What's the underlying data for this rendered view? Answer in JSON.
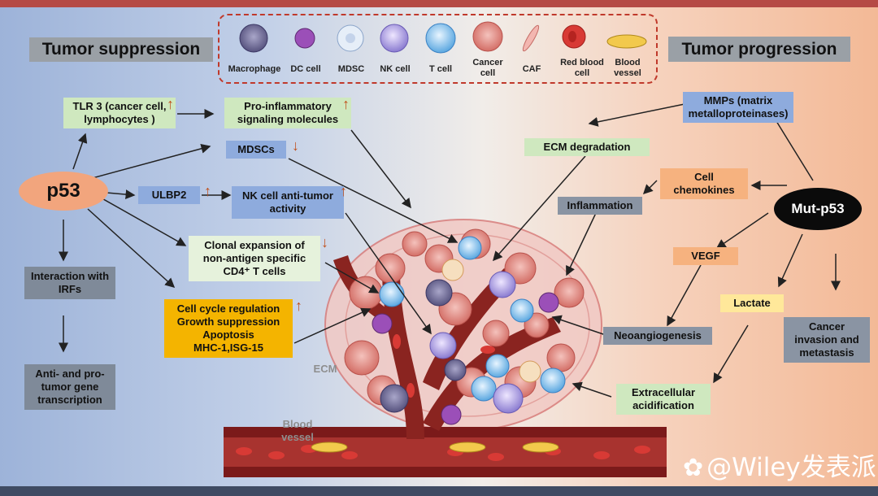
{
  "titles": {
    "left": "Tumor suppression",
    "right": "Tumor progression"
  },
  "legend": [
    "Macrophage",
    "DC cell",
    "MDSC",
    "NK cell",
    "T cell",
    "Cancer\ncell",
    "CAF",
    "Red blood\ncell",
    "Blood\nvessel"
  ],
  "nodes": {
    "p53": "p53",
    "mut_p53": "Mut-p53",
    "tlr3": "TLR 3 (cancer cell,\nlymphocytes )",
    "proinflam": "Pro-inflammatory\nsignaling molecules",
    "mdscs": "MDSCs",
    "ulbp2": "ULBP2",
    "nk_activity": "NK cell anti-tumor\nactivity",
    "clonal": "Clonal expansion of\nnon-antigen specific\nCD4⁺ T cells",
    "cellcycle": "Cell cycle regulation\nGrowth suppression\nApoptosis\nMHC-1,ISG-15",
    "irfs": "Interaction with\nIRFs",
    "transcription": "Anti- and pro-\ntumor gene\ntranscription",
    "mmps": "MMPs (matrix\nmetalloproteinases)",
    "ecm_deg": "ECM degradation",
    "chemokines": "Cell\nchemokines",
    "inflammation": "Inflammation",
    "vegf": "VEGF",
    "lactate": "Lactate",
    "neoangio": "Neoangiogenesis",
    "invasion": "Cancer\ninvasion and\nmetastasis",
    "acidification": "Extracellular\nacidification",
    "ecm": "ECM",
    "blood_vessel": "Blood\nvessel"
  },
  "arrows_state": {
    "tlr3": "up",
    "proinflam": "up",
    "mdscs": "down",
    "ulbp2": "up",
    "nk_activity": "up",
    "clonal": "down",
    "cellcycle": "up"
  },
  "watermark": "@Wiley发表派",
  "colors": {
    "green": "#cfe8bf",
    "blue": "#8eabdd",
    "grey": "#7f8a99",
    "orange": "#f6b27f",
    "yellow": "#f4b400",
    "red_vessel": "#7b1a1a"
  }
}
